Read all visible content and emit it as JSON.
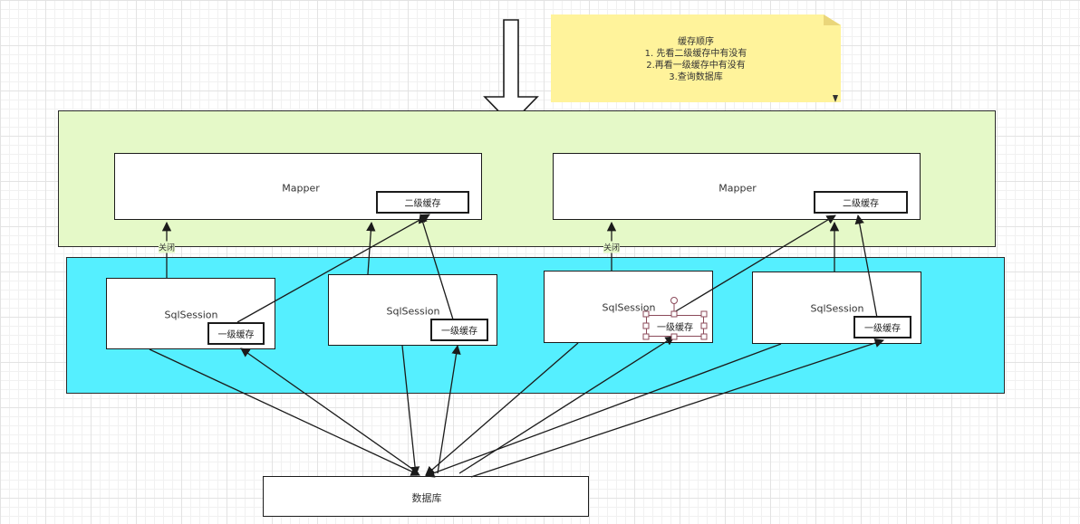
{
  "note": {
    "title": "缓存顺序",
    "lines": [
      "1. 先看二级缓存中有没有",
      "2.再看一级缓存中有没有",
      "3.查询数据库"
    ]
  },
  "mappers": [
    {
      "label": "Mapper",
      "cache": "二级缓存"
    },
    {
      "label": "Mapper",
      "cache": "二级缓存"
    }
  ],
  "sessions": [
    {
      "label": "SqlSession",
      "cache": "一级缓存"
    },
    {
      "label": "SqlSession",
      "cache": "一级缓存"
    },
    {
      "label": "SqlSession",
      "cache": "一级缓存"
    },
    {
      "label": "SqlSession",
      "cache": "一级缓存"
    }
  ],
  "close_labels": [
    "关闭",
    "关闭"
  ],
  "database": {
    "label": "数据库"
  },
  "colors": {
    "mapper_layer": "#e5f9c8",
    "session_layer": "#55efff",
    "note": "#fff39b",
    "line": "#1b1b1b",
    "selection_handle": "#8b4a5a"
  }
}
